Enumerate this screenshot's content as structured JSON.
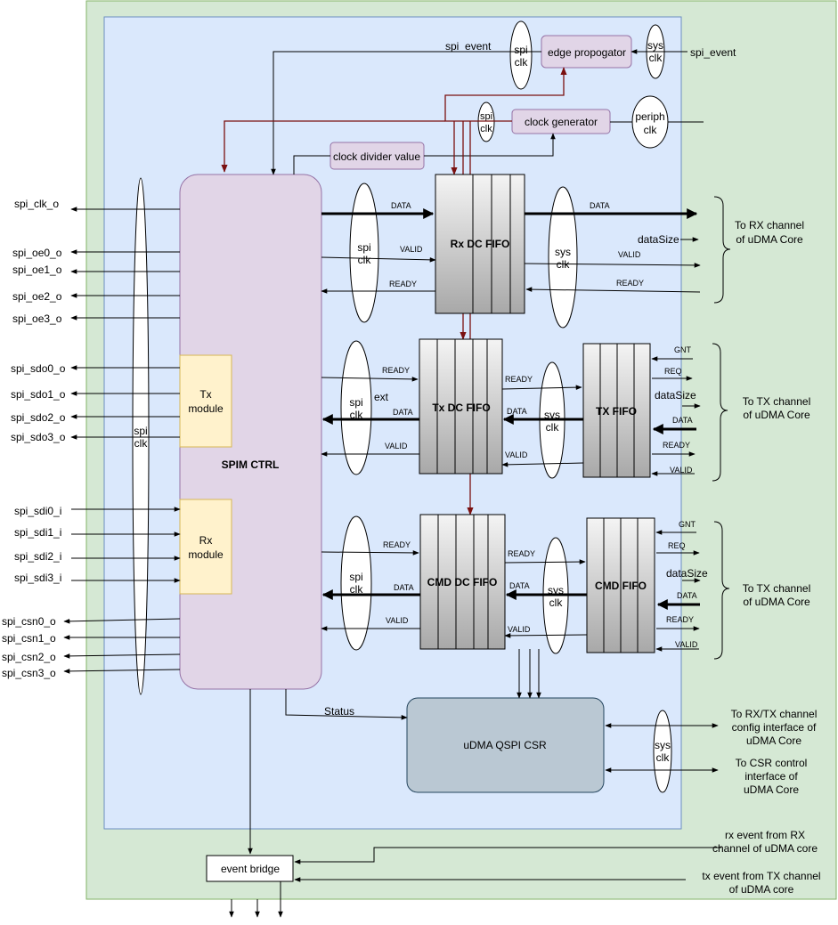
{
  "signals_left_out_clk": "spi_clk_o",
  "signals_left_oe": [
    "spi_oe0_o",
    "spi_oe1_o",
    "spi_oe2_o",
    "spi_oe3_o"
  ],
  "signals_left_sdo": [
    "spi_sdo0_o",
    "spi_sdo1_o",
    "spi_sdo2_o",
    "spi_sdo3_o"
  ],
  "signals_left_sdi": [
    "spi_sdi0_i",
    "spi_sdi1_i",
    "spi_sdi2_i",
    "spi_sdi3_i"
  ],
  "signals_left_csn": [
    "spi_csn0_o",
    "spi_csn1_o",
    "spi_csn2_o",
    "spi_csn3_o"
  ],
  "spi_event_in": "spi_event",
  "spi_event_out": "spi_event",
  "clock_labels": {
    "spi": [
      "spi",
      "clk"
    ],
    "sys": [
      "sys",
      "clk"
    ],
    "periph": [
      "periph",
      "clk"
    ]
  },
  "blocks": {
    "edge_propogator": "edge propogator",
    "clock_generator": "clock generator",
    "clock_divider": "clock divider value",
    "spim_ctrl": "SPIM CTRL",
    "tx_module": [
      "Tx",
      "module"
    ],
    "rx_module": [
      "Rx",
      "module"
    ],
    "rx_dc_fifo": "Rx DC FIFO",
    "tx_dc_fifo": "Tx DC FIFO",
    "tx_fifo": "TX FIFO",
    "cmd_dc_fifo": "CMD DC FIFO",
    "cmd_fifo": "CMD FIFO",
    "udma_csr": "uDMA QSPI CSR",
    "event_bridge": "event bridge"
  },
  "signal_labels": {
    "data": "DATA",
    "valid": "VALID",
    "ready": "READY",
    "gnt": "GNT",
    "req": "REQ",
    "datasize": "dataSize",
    "status": "Status",
    "ext": "ext"
  },
  "right_labels": {
    "rx_channel": [
      "To RX channel",
      "of uDMA Core"
    ],
    "tx_channel_1": [
      "To TX channel",
      "of uDMA Core"
    ],
    "tx_channel_2": [
      "To TX channel",
      "of uDMA Core"
    ],
    "config_interface": [
      "To RX/TX channel",
      "config interface of",
      "uDMA Core"
    ],
    "csr_control": [
      "To CSR control",
      "interface of",
      "uDMA Core"
    ],
    "rx_event": [
      "rx event from RX",
      "channel of uDMA core"
    ],
    "tx_event": [
      "tx event from TX channel",
      "of uDMA core"
    ]
  },
  "colors": {
    "outer_bg": "#d5e8d4",
    "outer_border": "#82b366",
    "inner_bg": "#dae8fc",
    "inner_border": "#6c8ebf",
    "ctrl_fill": "#e1d5e7",
    "ctrl_border": "#9673a6",
    "module_fill": "#fff2cc",
    "module_border": "#d6b656",
    "csr_fill": "#bac8d3",
    "csr_border": "#23445d",
    "red_line": "#7a1010"
  }
}
